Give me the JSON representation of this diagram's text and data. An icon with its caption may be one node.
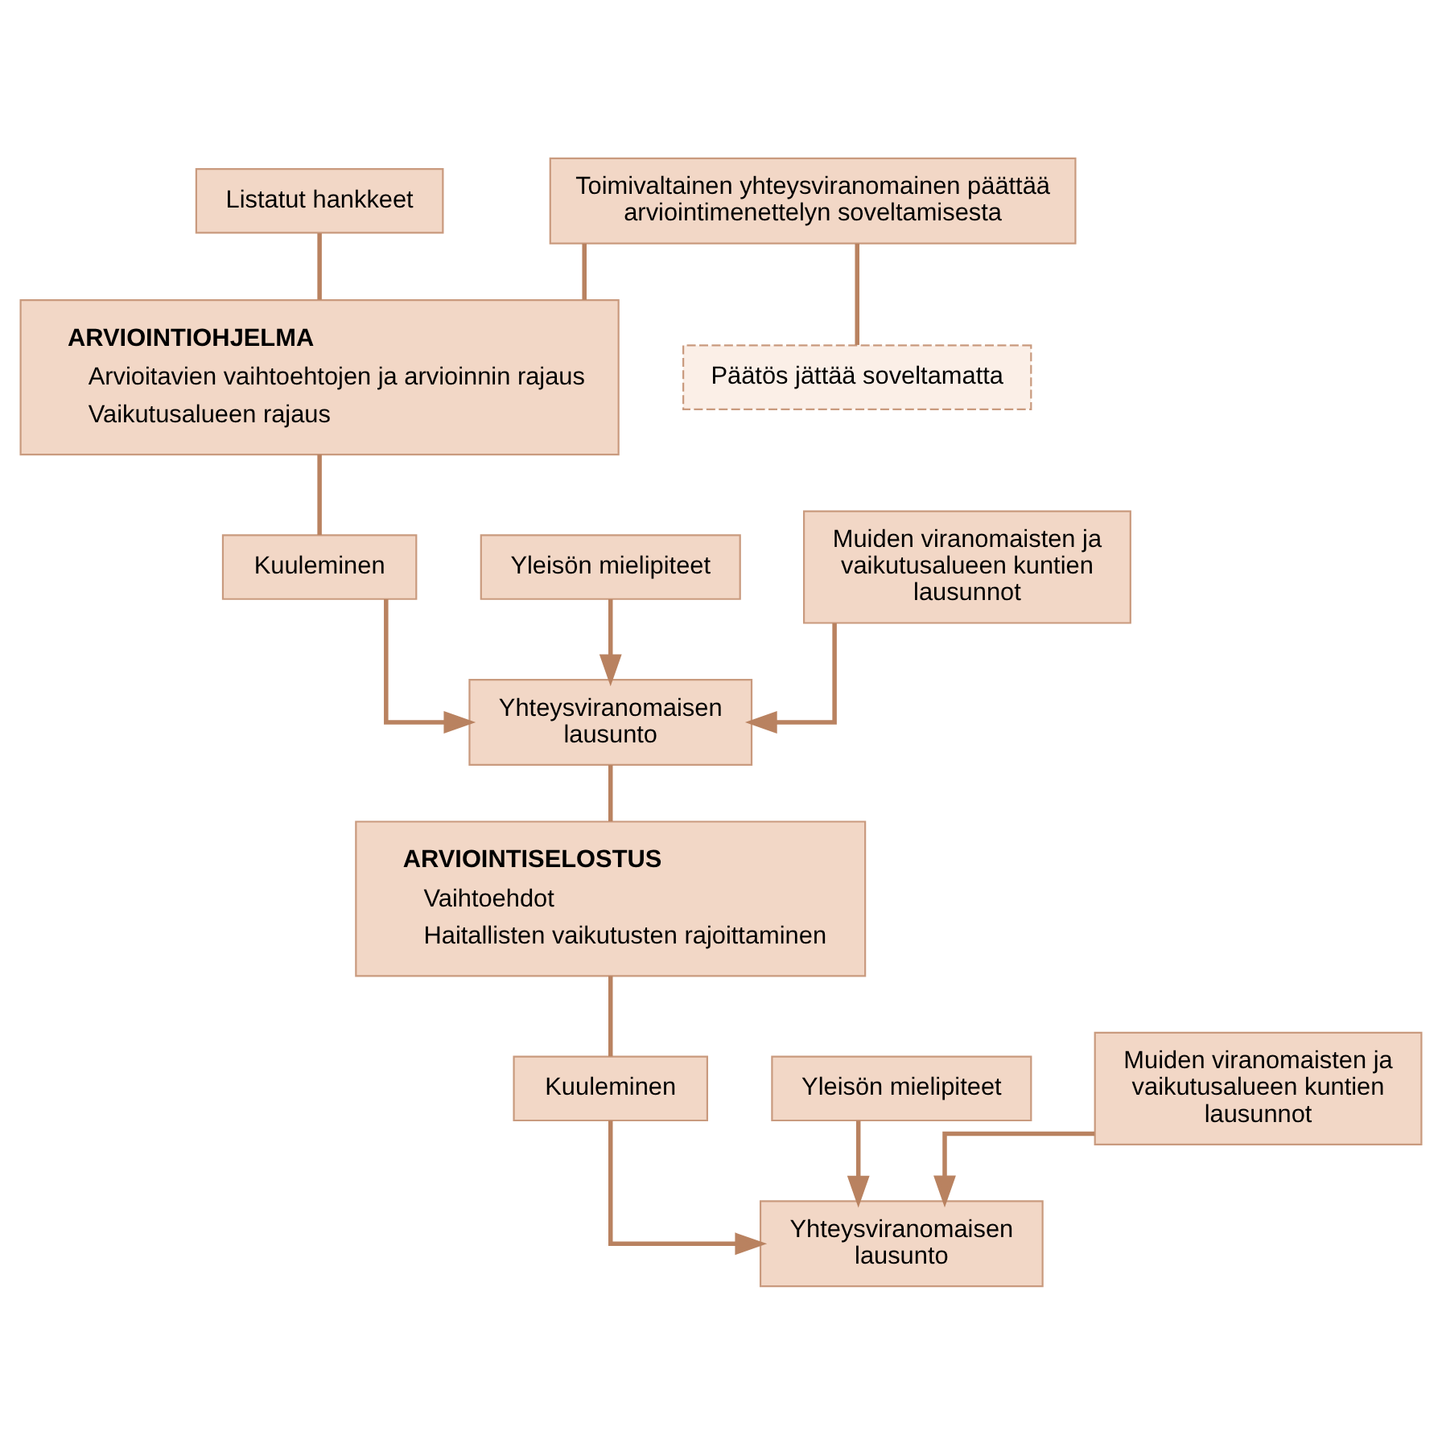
{
  "diagram": {
    "nodes": [
      {
        "text": [
          "Listatut hankkeet"
        ]
      },
      {
        "text": [
          "Toimivaltainen yhteysviranomainen päättää arviointimenettelyn soveltamisesta"
        ]
      },
      {
        "text": [
          "Päätös jättää soveltamatta"
        ]
      },
      {
        "text": [
          "ARVIOINTIOHJELMA",
          "Arvioitavien vaihtoehtojen ja arvioinnin rajaus",
          "Vaikutusalueen rajaus"
        ]
      },
      {
        "text": [
          "Kuuleminen"
        ]
      },
      {
        "text": [
          "Yleisön mielipiteet"
        ]
      },
      {
        "text": [
          "Muiden viranomaisten ja vaikutusalueen kuntien lausunnot"
        ]
      },
      {
        "text": [
          "Yhteysviranomaisen lausunto"
        ]
      },
      {
        "text": [
          "ARVIOINTISELOSTUS",
          "Vaihtoehdot",
          "Haitallisten vaikutusten rajoittaminen"
        ]
      },
      {
        "text": [
          "Kuuleminen"
        ]
      },
      {
        "text": [
          "Yleisön mielipiteet"
        ]
      },
      {
        "text": [
          "Muiden viranomaisten ja vaikutusalueen kuntien lausunnot"
        ]
      },
      {
        "text": [
          "Yhteysviranomaisen lausunto"
        ]
      }
    ],
    "edges": [
      {
        "from": 0,
        "to": 3,
        "arrow": "none"
      },
      {
        "from": 1,
        "to": 3,
        "arrow": "none"
      },
      {
        "from": 1,
        "to": 2,
        "arrow": "none"
      },
      {
        "from": 3,
        "to": 4,
        "arrow": "none"
      },
      {
        "from": 4,
        "to": 7,
        "arrow": "to"
      },
      {
        "from": 5,
        "to": 7,
        "arrow": "to"
      },
      {
        "from": 6,
        "to": 7,
        "arrow": "to"
      },
      {
        "from": 7,
        "to": 8,
        "arrow": "none"
      },
      {
        "from": 8,
        "to": 9,
        "arrow": "none"
      },
      {
        "from": 9,
        "to": 12,
        "arrow": "to"
      },
      {
        "from": 10,
        "to": 12,
        "arrow": "to"
      },
      {
        "from": 11,
        "to": 12,
        "arrow": "to"
      }
    ]
  }
}
